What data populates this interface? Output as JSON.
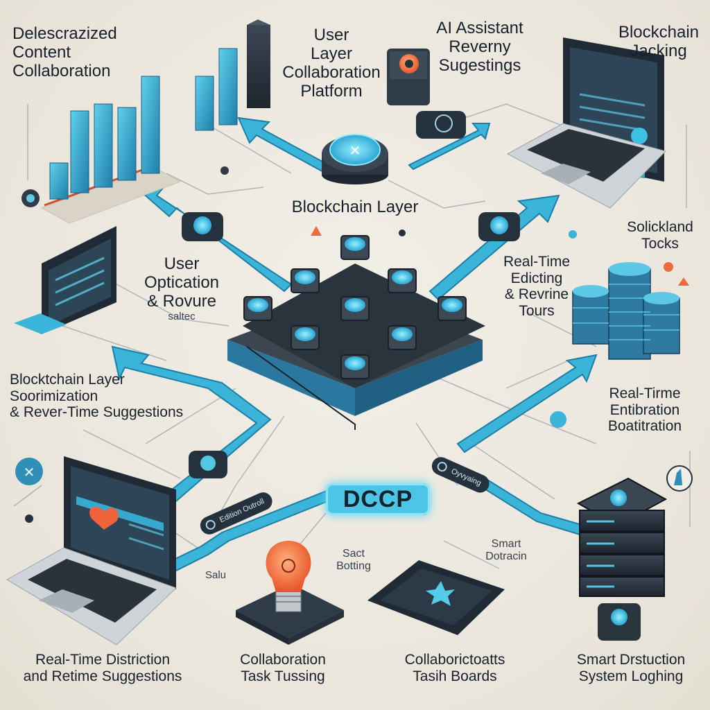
{
  "title": "DCCP",
  "labels": {
    "decentralized": [
      "Delescrazized",
      "Content",
      "Collaboration"
    ],
    "user_layer": [
      "User",
      "Layer",
      "Collaboration",
      "Platform"
    ],
    "ai_assistant": [
      "AI Assistant",
      "Reverny",
      "Sugestings"
    ],
    "blockchain_jacking": [
      "Blockchain",
      "Jacking"
    ],
    "blockchain_layer": "Blockchain Layer",
    "user_optimization": [
      "User",
      "Optication",
      "& Rovure"
    ],
    "user_optimization_small": "saltec",
    "realtime_editing": [
      "Real-Time",
      "Edicting",
      "& Revrine",
      "Tours"
    ],
    "solicktand": [
      "Solickland",
      "Tocks"
    ],
    "blockchain_optimization": [
      "Blocktchain Layer",
      "Soorimization",
      "& Rever-Time Suggestions"
    ],
    "realtime_entibration": [
      "Real-Tirme",
      "Entibration",
      "Boatitration"
    ],
    "sact_botting": [
      "Sact",
      "Botting"
    ],
    "smart_tracking": [
      "Smart",
      "Dotracin"
    ],
    "salu": "Salu",
    "bottom_1": [
      "Real-Time Distriction",
      "and Retime Suggestions"
    ],
    "bottom_2": [
      "Collaboration",
      "Task Tussing"
    ],
    "bottom_3": [
      "Collaborictoatts",
      "Tasih Boards"
    ],
    "bottom_4": [
      "Smart Drstuction",
      "System Loghing"
    ]
  },
  "tags": {
    "left": "Edition Outroll",
    "right": "Oyvyaing"
  },
  "icons": [
    "bar-chart-icon",
    "lightbulb-icon",
    "laptop-icon",
    "server-stack-icon",
    "coin-stack-icon",
    "heart-icon",
    "network-node-icon",
    "arrow-icon"
  ],
  "colors": {
    "accent": "#3ab4d8",
    "glow": "#57d2f0",
    "dark": "#25313c",
    "orange": "#ee6a3c"
  }
}
